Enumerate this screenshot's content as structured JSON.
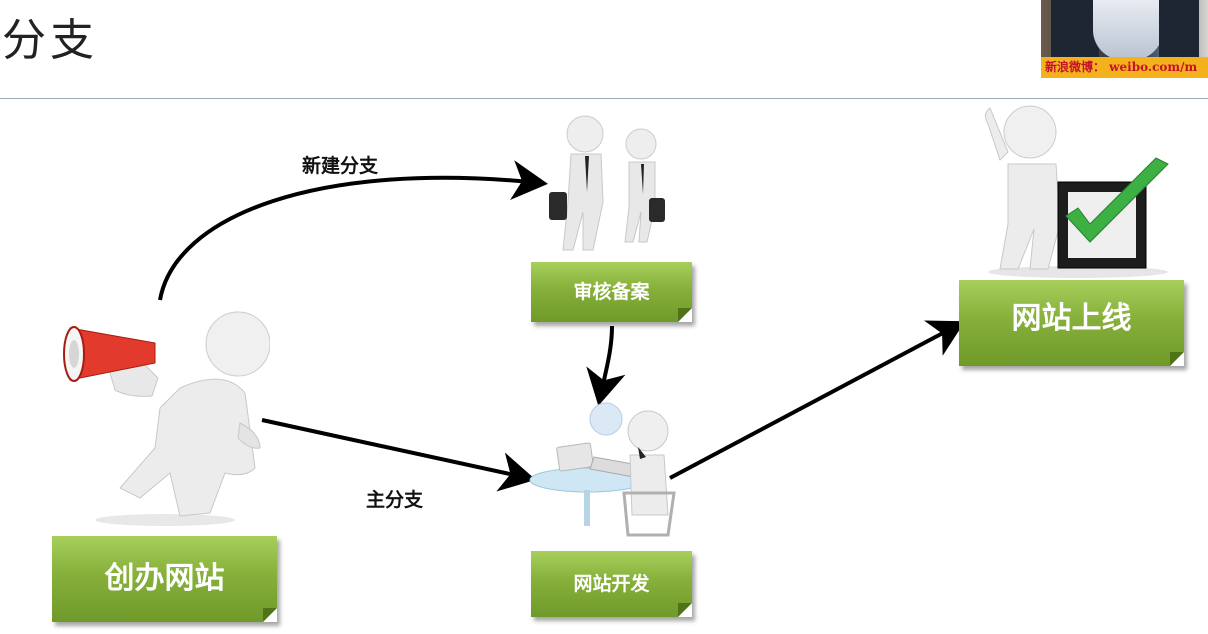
{
  "slide": {
    "title": "分支"
  },
  "webcam": {
    "caption": "新浪微博： weibo.com/m"
  },
  "diagram": {
    "edge_labels": {
      "new_branch": "新建分支",
      "main_branch": "主分支"
    },
    "nodes": {
      "start": "创办网站",
      "review": "审核备案",
      "develop": "网站开发",
      "launch": "网站上线"
    }
  },
  "colors": {
    "box_green": "#86b03a",
    "arrow": "#000000",
    "megaphone": "#e23b2e",
    "check": "#3cb043"
  },
  "icons": [
    "megaphone-person-icon",
    "businessmen-walking-icon",
    "team-meeting-icon",
    "checkmark-person-icon"
  ]
}
